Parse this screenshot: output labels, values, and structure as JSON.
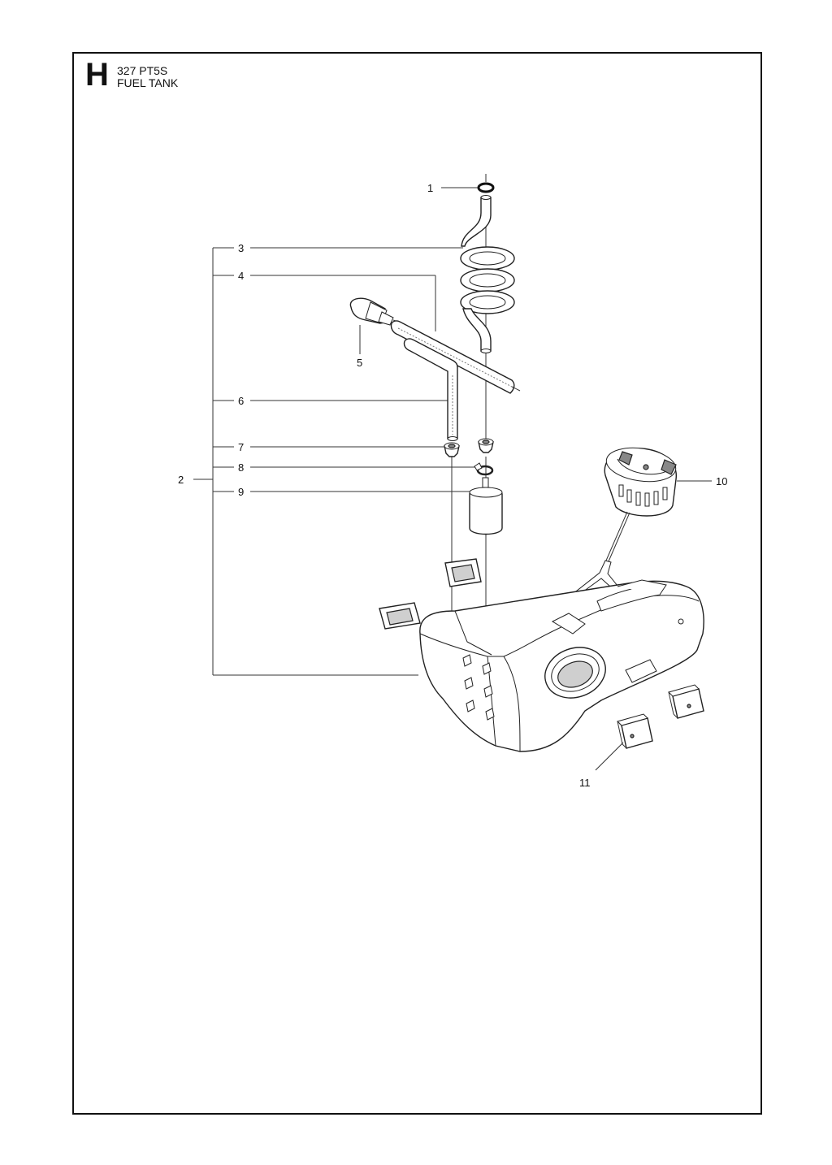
{
  "header": {
    "section_letter": "H",
    "model": "327 PT5S",
    "section_title": "FUEL TANK"
  },
  "callouts": [
    "1",
    "2",
    "3",
    "4",
    "5",
    "6",
    "7",
    "8",
    "9",
    "10",
    "11"
  ]
}
